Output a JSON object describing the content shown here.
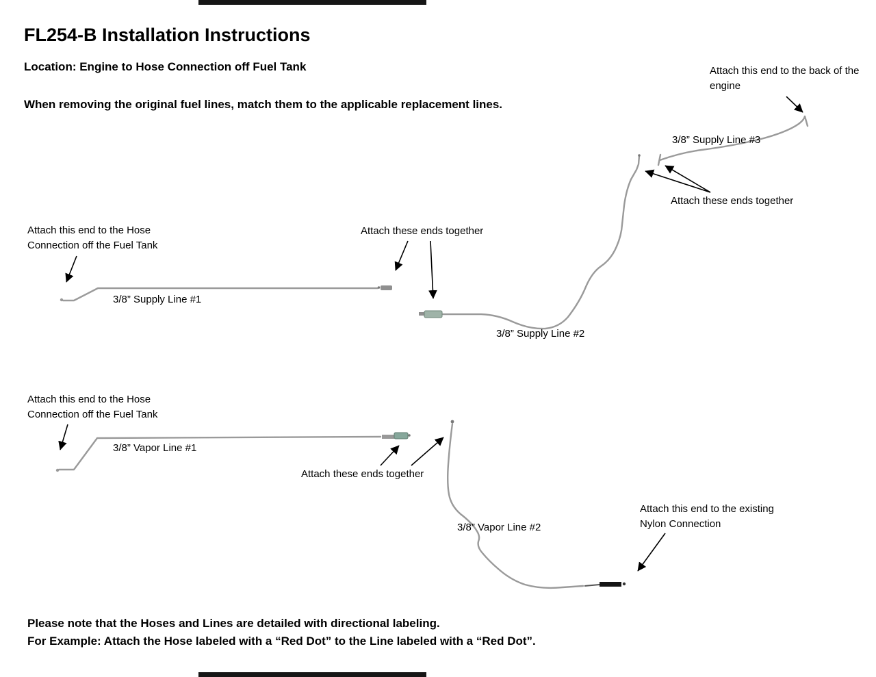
{
  "header": {
    "title": "FL254-B Installation Instructions",
    "location": "Location: Engine to Hose Connection off Fuel Tank",
    "instruction": "When removing the original fuel lines, match them to the applicable replacement lines."
  },
  "diagram": {
    "supply_line_1": {
      "label": "3/8” Supply Line #1"
    },
    "supply_line_2": {
      "label": "3/8” Supply Line #2"
    },
    "supply_line_3": {
      "label": "3/8” Supply Line #3"
    },
    "vapor_line_1": {
      "label": "3/8” Vapor Line #1"
    },
    "vapor_line_2": {
      "label": "3/8” Vapor Line #2"
    },
    "callouts": {
      "engine_back": "Attach this end to the back of the engine",
      "ends_together_top": "Attach these ends together",
      "hose_connection_supply": "Attach this end to the Hose Connection off the Fuel Tank",
      "ends_together_mid": "Attach these ends together",
      "hose_connection_vapor": "Attach this end to the Hose Connection off the Fuel Tank",
      "ends_together_bottom": "Attach these ends together",
      "nylon_connection": "Attach this end to the existing Nylon Connection"
    }
  },
  "footer": {
    "note1": "Please note that the Hoses and Lines are detailed with directional labeling.",
    "note2": "For Example: Attach the Hose labeled with a “Red Dot” to the Line labeled with a “Red Dot”."
  },
  "colors": {
    "tube": "#9a9a9a",
    "fitting_metal": "#8f8f8f",
    "fitting_green": "#8bab9e",
    "connector_black": "#151515",
    "arrow": "#000000",
    "text": "#000000"
  }
}
